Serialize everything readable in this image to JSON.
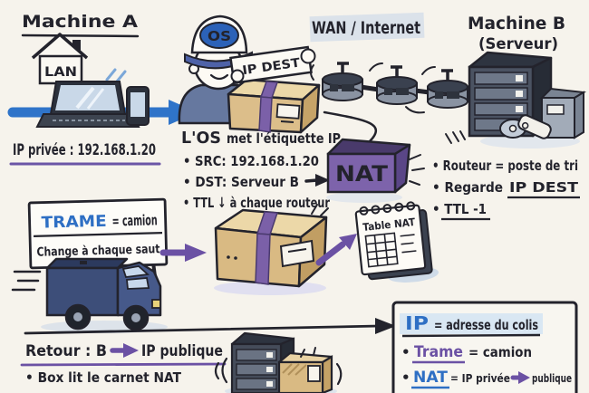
{
  "colors": {
    "background": "#f6f3ec",
    "ink": "#23232c",
    "blue": "#2e6fc4",
    "purple": "#6b51a4",
    "nat_purple": "#7d63ab",
    "cardboard": "#d9ba83",
    "wan_highlight": "#dbe2ea",
    "legend_highlight": "#d9e7f3"
  },
  "machine_a": {
    "title": "Machine A",
    "lan": "LAN",
    "ip": "IP privée : 192.168.1.20"
  },
  "os_worker": {
    "cap": "OS",
    "package_tag": "IP DEST"
  },
  "etiquette": {
    "heading_term": "L'OS",
    "heading_rest": "met l'étiquette IP",
    "src": "• SRC: 192.168.1.20",
    "dst": "• DST: Serveur B",
    "ttl": "• TTL ↓ à chaque routeur"
  },
  "wan": {
    "label": "WAN / Internet"
  },
  "machine_b": {
    "title": "Machine B",
    "subtitle": "(Serveur)"
  },
  "nat": {
    "label": "NAT",
    "table_label": "Table NAT"
  },
  "router_notes": {
    "note1": "• Routeur = poste de tri",
    "note2_pre": "• Regarde",
    "note2_underlined": "IP DEST",
    "note3": "• TTL -1"
  },
  "trame_sign": {
    "term": "TRAME",
    "rest": "= camion",
    "line2": "Change à chaque saut"
  },
  "retour": {
    "pre": "Retour : B",
    "post": "IP publique",
    "bullet": "• Box lit le carnet NAT"
  },
  "legend": {
    "line1_term": "IP",
    "line1_rest": "= adresse du colis",
    "line2_bullet": "•",
    "line2_term": "Trame",
    "line2_rest": "= camion",
    "line3_bullet": "•",
    "line3_term": "NAT",
    "line3_mid": "= IP privée",
    "line3_end": "publique"
  }
}
